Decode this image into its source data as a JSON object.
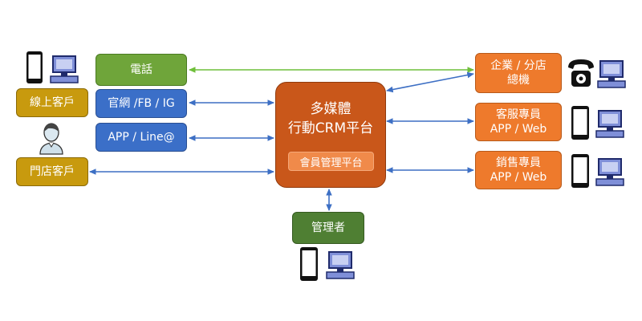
{
  "hub": {
    "title_line1": "多媒體",
    "title_line2": "行動CRM平台",
    "inner": "會員管理平台"
  },
  "channels": [
    {
      "key": "phone",
      "label": "電話"
    },
    {
      "key": "web",
      "label": "官網 /FB / IG"
    },
    {
      "key": "app",
      "label": "APP / Line@"
    }
  ],
  "customers": [
    {
      "key": "online",
      "label": "線上客戶"
    },
    {
      "key": "store",
      "label": "門店客戶"
    }
  ],
  "right_nodes": [
    {
      "key": "branch",
      "line1": "企業 / 分店",
      "line2": "總機"
    },
    {
      "key": "service",
      "line1": "客服專員",
      "line2": "APP / Web"
    },
    {
      "key": "sales",
      "line1": "銷售專員",
      "line2": "APP / Web"
    }
  ],
  "admin": {
    "label": "管理者"
  },
  "colors": {
    "green_edge": "#6fbf3a",
    "blue_edge": "#3d6fc4",
    "hub": "#c9571a",
    "right_nodes": "#ee7a2c"
  },
  "icons": [
    "smartphone-icon",
    "desktop-computer-icon",
    "telephone-icon",
    "person-avatar-icon"
  ]
}
